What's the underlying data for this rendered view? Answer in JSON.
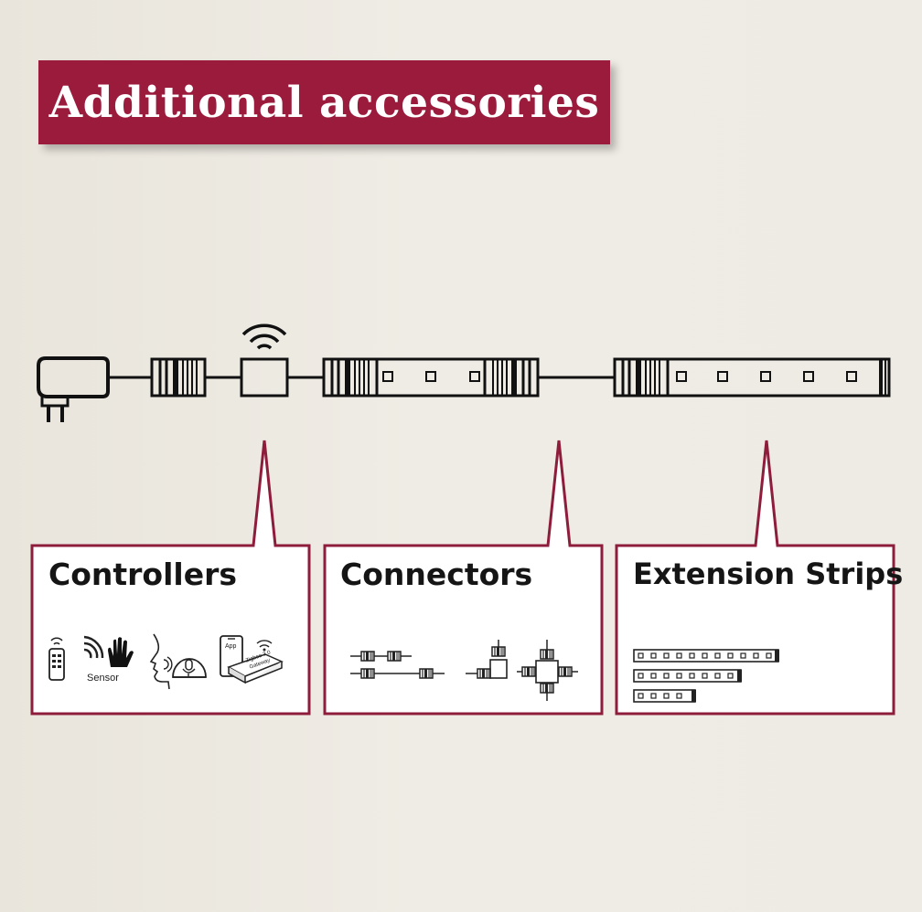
{
  "title": "Additional accessories",
  "accent_color": "#9b1b3d",
  "categories": [
    {
      "key": "controllers",
      "label": "Controllers"
    },
    {
      "key": "connectors",
      "label": "Connectors"
    },
    {
      "key": "extension",
      "label": "Extension Strips"
    }
  ],
  "controller_icons": {
    "sensor_label": "Sensor",
    "app_label": "App",
    "gateway_label_1": "Zigbee 3.0",
    "gateway_label_2": "Gateway"
  },
  "icons": [
    "power-supply-icon",
    "connector-icon",
    "wifi-icon",
    "controller-box-icon",
    "led-strip-icon",
    "remote-icon",
    "motion-sensor-icon",
    "hand-icon",
    "voice-assistant-icon",
    "smart-speaker-icon",
    "smartphone-icon",
    "gateway-icon"
  ]
}
